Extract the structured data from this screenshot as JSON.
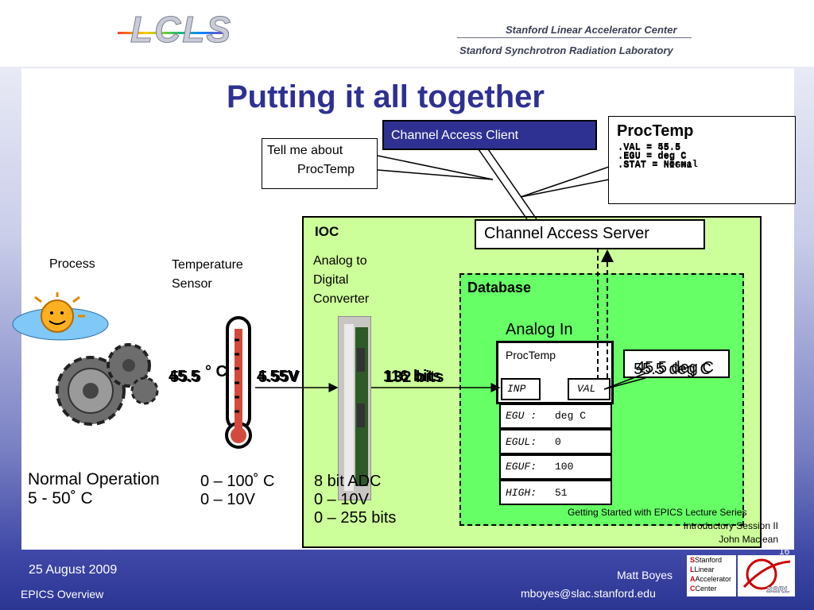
{
  "header": {
    "logo_text": "LCLS",
    "org_line1": "Stanford Linear Accelerator Center",
    "org_line2": "Stanford Synchrotron Radiation Laboratory"
  },
  "title": "Putting it all together",
  "client": {
    "label": "Channel Access Client",
    "query_line1": "Tell me about",
    "query_line2": "ProcTemp"
  },
  "proctemp_reply": {
    "title": "ProcTemp",
    "lines": [
      ".VAL    = 55.5",
      ".EGU    = deg C",
      ".STAT   = Normal"
    ],
    "lines_overlap": [
      ".VAL    = 45.5",
      ".EGU    = deg C",
      ".STAT   = HIGH1"
    ]
  },
  "ioc": {
    "label": "IOC",
    "adc_label_lines": [
      "Analog to",
      "Digital",
      "Converter"
    ],
    "ca_server": "Channel Access Server",
    "database_label": "Database",
    "record_type": "Analog In",
    "record_name": "ProcTemp",
    "inp_label": "INP",
    "val_label": "VAL",
    "fields": [
      {
        "name": "EGU :",
        "value": "deg C"
      },
      {
        "name": "EGUL:",
        "value": "0"
      },
      {
        "name": "EGUF:",
        "value": "100"
      },
      {
        "name": "HIGH:",
        "value": "51"
      }
    ],
    "value_callout_a": "45.5 deg C",
    "value_callout_b": "55.5 deg C"
  },
  "process": {
    "label": "Process",
    "sensor_label_lines": [
      "Temperature",
      "Sensor"
    ],
    "temp_a": "45.5",
    "temp_b": "55.5",
    "deg_unit": "°  C",
    "volt_a": "4.55V",
    "volt_b": "5.55V",
    "bits_a": "116 bits",
    "bits_b": "132 bits"
  },
  "specs": {
    "normal_op_line1": "Normal Operation",
    "normal_op_line2": "5 - 50˚  C",
    "sensor_line1": "0 – 100˚  C",
    "sensor_line2": "0 – 10V",
    "adc_line1": "8 bit ADC",
    "adc_line2": "0 – 10V",
    "adc_line3": "0 – 255 bits"
  },
  "credit": {
    "line1": "Getting Started with EPICS Lecture Series",
    "line2": "Introductory Session II",
    "line3": "John Maclean",
    "slide_number": "16"
  },
  "footer": {
    "date": "25 August 2009",
    "topic": "EPICS Overview",
    "author": "Matt Boyes",
    "email": "mboyes@slac.stanford.edu",
    "logo_letters": [
      "S",
      "L",
      "A",
      "C"
    ],
    "logo_words": [
      "Stanford",
      "Linear",
      "Accelerator",
      "Center"
    ],
    "ssrl_text": "SSRL"
  }
}
